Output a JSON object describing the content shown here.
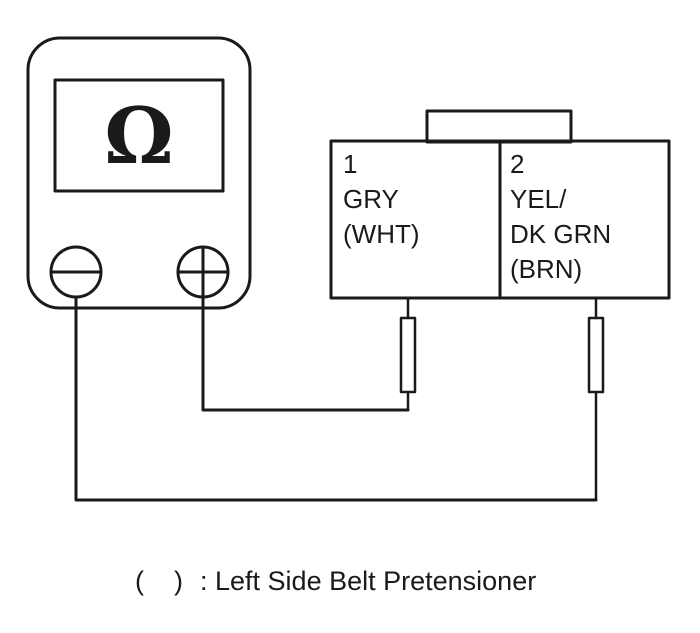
{
  "meter": {
    "display_symbol": "Ω",
    "negative_terminal": "negative-terminal",
    "positive_terminal": "positive-terminal"
  },
  "connector": {
    "terminal_1": {
      "number": "1",
      "color": "GRY",
      "alt_color": "(WHT)"
    },
    "terminal_2": {
      "number": "2",
      "color_line1": "YEL/",
      "color_line2": "DK GRN",
      "alt_color": "(BRN)"
    }
  },
  "caption": {
    "parentheses": "(    )",
    "text": ": Left Side Belt Pretensioner"
  }
}
